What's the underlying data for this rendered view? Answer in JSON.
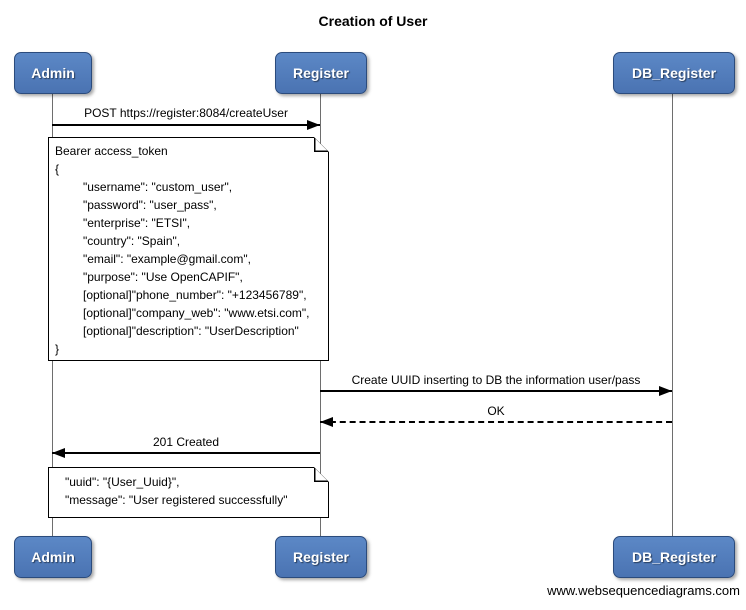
{
  "title": "Creation of User",
  "actors": [
    {
      "name": "Admin"
    },
    {
      "name": "Register"
    },
    {
      "name": "DB_Register"
    }
  ],
  "messages": [
    {
      "label": "POST https://register:8084/createUser",
      "from": "Admin",
      "to": "Register",
      "line": "solid"
    },
    {
      "label": "Create UUID inserting to DB the information user/pass",
      "from": "Register",
      "to": "DB_Register",
      "line": "solid"
    },
    {
      "label": "OK",
      "from": "DB_Register",
      "to": "Register",
      "line": "dashed"
    },
    {
      "label": "201 Created",
      "from": "Register",
      "to": "Admin",
      "line": "solid"
    }
  ],
  "notes": [
    {
      "lines": [
        "Bearer access_token",
        "{",
        "\"username\": \"custom_user\",",
        "\"password\": \"user_pass\",",
        "\"enterprise\": \"ETSI\",",
        "\"country\": \"Spain\",",
        "\"email\": \"example@gmail.com\",",
        "\"purpose\": \"Use OpenCAPIF\",",
        "[optional]\"phone_number\": \"+123456789\",",
        "[optional]\"company_web\": \"www.etsi.com\",",
        "[optional]\"description\": \"UserDescription\"",
        "}"
      ]
    },
    {
      "lines": [
        "\"uuid\": \"{User_Uuid}\",",
        "\"message\": \"User registered successfully\""
      ]
    }
  ],
  "footer": "www.websequencediagrams.com",
  "colors": {
    "actor_fill_top": "#5c88c6",
    "actor_fill_bottom": "#4a73b2",
    "actor_border": "#2b4b7c",
    "actor_text": "#ffffff",
    "message_line": "#000000",
    "lifeline": "#6e6e6e",
    "note_background": "#ffffff",
    "note_border": "#000000",
    "page_background": "#ffffff"
  }
}
